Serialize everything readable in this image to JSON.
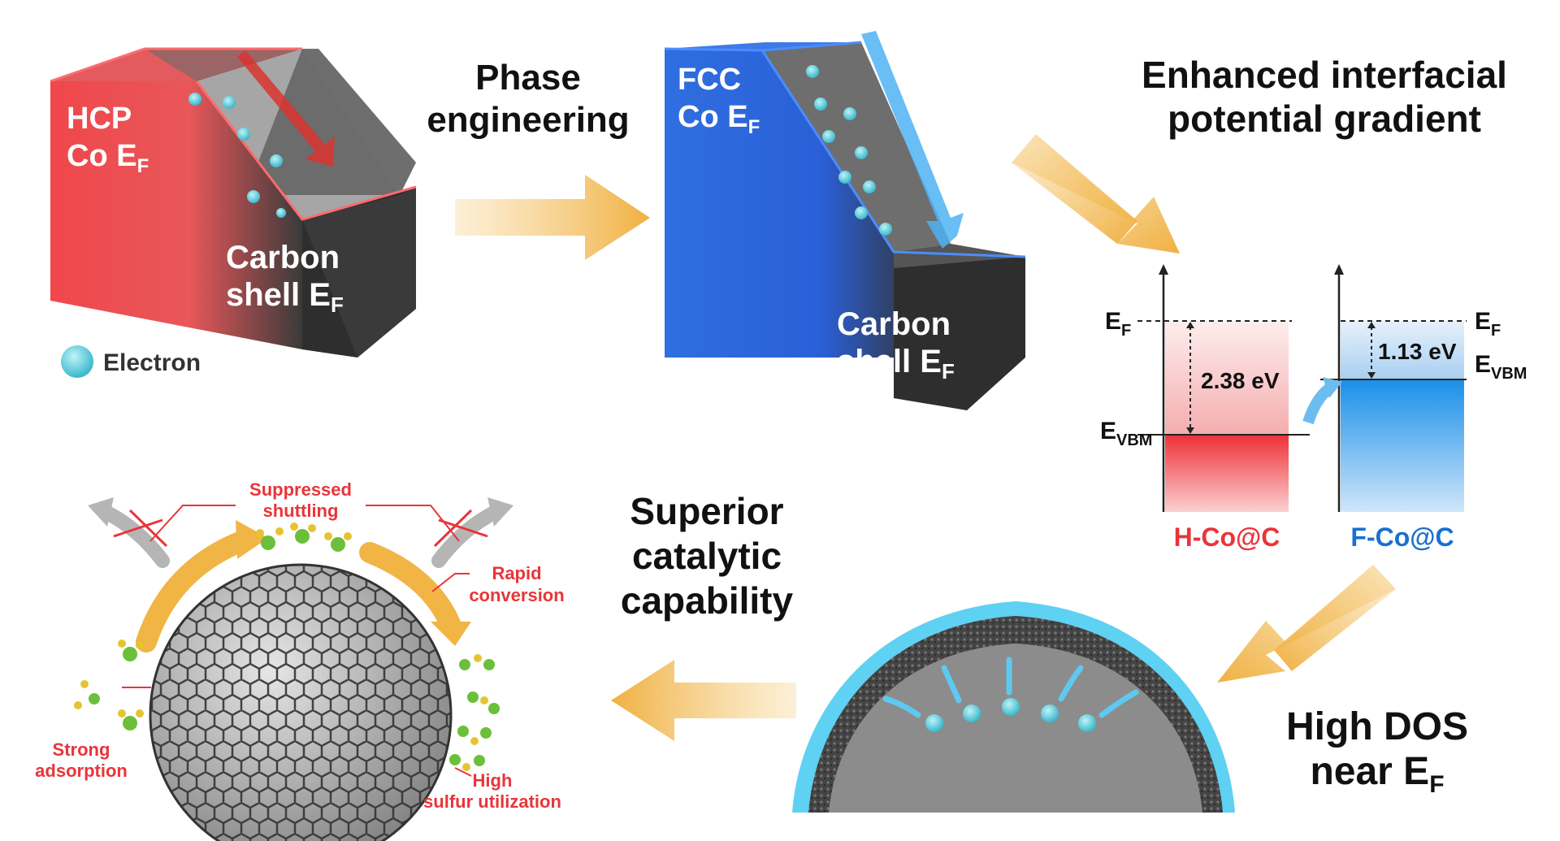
{
  "hcp_block": {
    "line1": "HCP",
    "line2": "Co E",
    "sub": "F"
  },
  "carbon_shell_1": {
    "line1": "Carbon",
    "line2": "shell E",
    "sub": "F"
  },
  "legend": {
    "label": "Electron"
  },
  "phase_engineering": {
    "line1": "Phase",
    "line2": "engineering"
  },
  "fcc_block": {
    "line1": "FCC",
    "line2": "Co E",
    "sub": "F"
  },
  "carbon_shell_2": {
    "line1": "Carbon",
    "line2": "shell E",
    "sub": "F"
  },
  "gradient_title": {
    "line1": "Enhanced interfacial",
    "line2": "potential gradient"
  },
  "band_diagram": {
    "ef_left": "E",
    "ef_left_sub": "F",
    "evbm_left": "E",
    "evbm_left_sub": "VBM",
    "ef_right": "E",
    "ef_right_sub": "F",
    "evbm_right": "E",
    "evbm_right_sub": "VBM",
    "gap_left": "2.38 eV",
    "gap_right": "1.13 eV",
    "label_left": "H-Co@C",
    "label_right": "F-Co@C",
    "color_left": "#e8353a",
    "color_right": "#1a8fe3"
  },
  "dos_title": {
    "line1": "High DOS",
    "line2": "near E",
    "sub": "F"
  },
  "superior": {
    "line1": "Superior",
    "line2": "catalytic",
    "line3": "capability"
  },
  "sphere_labels": {
    "suppressed_1": "Suppressed",
    "suppressed_2": "shuttling",
    "rapid_1": "Rapid",
    "rapid_2": "conversion",
    "strong_1": "Strong",
    "strong_2": "adsorption",
    "high_1": "High",
    "high_2": "sulfur utilization"
  },
  "colors": {
    "arrow": "#f2b545",
    "red_text": "#e8353a",
    "blue_text": "#1a6fd0"
  }
}
